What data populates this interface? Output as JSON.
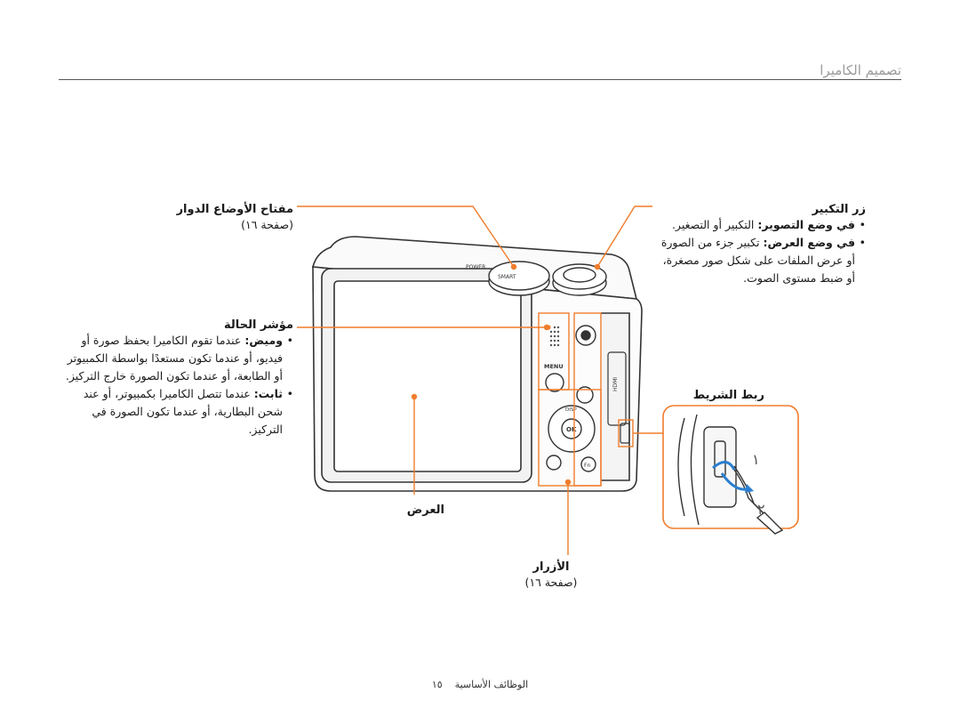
{
  "page": {
    "header_title": "تصميم الكاميرا",
    "footer": {
      "section": "الوظائف الأساسية",
      "page_number": "١٥"
    }
  },
  "callouts": {
    "zoom_button": {
      "title": "زر التكبير",
      "bullets": [
        {
          "label": "في وضع التصوير:",
          "text": "التكبير أو التصغير."
        },
        {
          "label": "في وضع العرض:",
          "text": "تكبير جزء من الصورة أو عرض الملفات على شكل صور مصغرة، أو ضبط مستوى الصوت."
        }
      ]
    },
    "mode_dial": {
      "title": "مفتاح الأوضاع الدوار",
      "ref": "(صفحة ١٦)"
    },
    "status_lamp": {
      "title": "مؤشر الحالة",
      "bullets": [
        {
          "label": "وميض:",
          "text": "عندما تقوم الكاميرا بحفظ صورة أو فيديو، أو عندما تكون مستعدًا بواسطة الكمبيوتر أو الطابعة، أو عندما تكون الصورة خارج التركيز."
        },
        {
          "label": "ثابت:",
          "text": "عندما تتصل الكاميرا بكمبيوتر، أو عند شحن البطارية، أو عندما تكون الصورة في التركيز."
        }
      ]
    },
    "strap": {
      "title": "ربط الشريط"
    },
    "display": {
      "title": "العرض"
    },
    "buttons": {
      "title": "الأزرار",
      "ref": "(صفحة ١٦)"
    }
  },
  "strap_steps": [
    "١",
    "٢"
  ],
  "camera_labels": {
    "menu": "MENU",
    "disp": "DISP",
    "ok": "OK",
    "fn": "Fn",
    "mode_smart": "SMART",
    "power": "POWER",
    "hdmi": "HDMI"
  },
  "colors": {
    "accent": "#f07d2c",
    "text": "#1a1a1a",
    "header_text": "#9a9a9a",
    "camera_line": "#333333"
  }
}
